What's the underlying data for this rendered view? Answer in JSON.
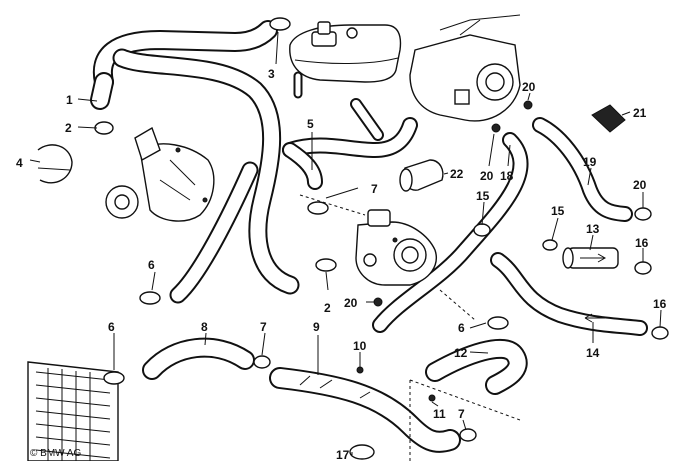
{
  "copyright": "© BMW AG",
  "callouts": [
    {
      "id": "c1",
      "text": "1"
    },
    {
      "id": "c2a",
      "text": "2"
    },
    {
      "id": "c2b",
      "text": "2"
    },
    {
      "id": "c3",
      "text": "3"
    },
    {
      "id": "c4",
      "text": "4"
    },
    {
      "id": "c5",
      "text": "5"
    },
    {
      "id": "c6a",
      "text": "6"
    },
    {
      "id": "c6b",
      "text": "6"
    },
    {
      "id": "c6c",
      "text": "6"
    },
    {
      "id": "c7a",
      "text": "7"
    },
    {
      "id": "c7b",
      "text": "7"
    },
    {
      "id": "c7c",
      "text": "7"
    },
    {
      "id": "c8",
      "text": "8"
    },
    {
      "id": "c9",
      "text": "9"
    },
    {
      "id": "c10",
      "text": "10"
    },
    {
      "id": "c11",
      "text": "11"
    },
    {
      "id": "c12",
      "text": "12"
    },
    {
      "id": "c13",
      "text": "13"
    },
    {
      "id": "c14",
      "text": "14"
    },
    {
      "id": "c15a",
      "text": "15"
    },
    {
      "id": "c15b",
      "text": "15"
    },
    {
      "id": "c16a",
      "text": "16"
    },
    {
      "id": "c16b",
      "text": "16"
    },
    {
      "id": "c17",
      "text": "17"
    },
    {
      "id": "c18",
      "text": "18"
    },
    {
      "id": "c19",
      "text": "19"
    },
    {
      "id": "c20a",
      "text": "20"
    },
    {
      "id": "c20b",
      "text": "20"
    },
    {
      "id": "c20c",
      "text": "20"
    },
    {
      "id": "c20d",
      "text": "20"
    },
    {
      "id": "c21",
      "text": "21"
    },
    {
      "id": "c22",
      "text": "22"
    }
  ]
}
